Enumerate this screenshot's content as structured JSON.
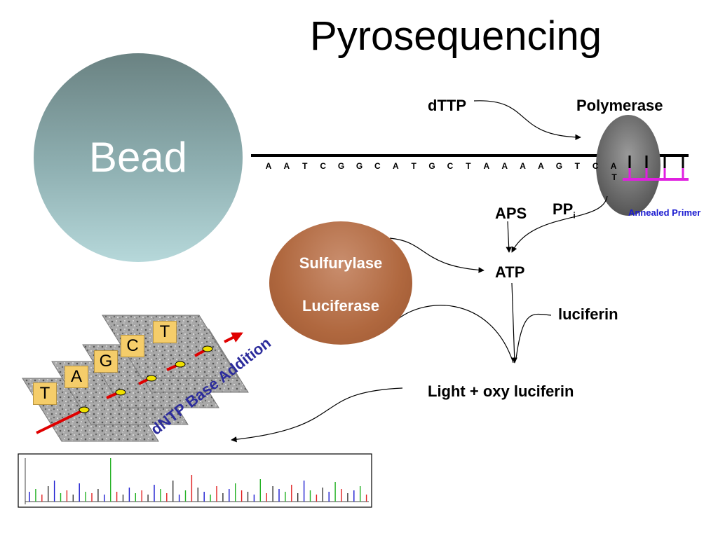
{
  "title": "Pyrosequencing",
  "bead_label": "Bead",
  "labels": {
    "dttp": "dTTP",
    "polymerase": "Polymerase",
    "aps": "APS",
    "ppi_main": "PP",
    "ppi_sub": "i",
    "atp": "ATP",
    "luciferin": "luciferin",
    "light": "Light + oxy luciferin",
    "annealed_primer": "Annealed Primer",
    "sulfurylase": "Sulfurylase",
    "luciferase": "Luciferase",
    "dntp_addition": "dNTP Base Addition"
  },
  "template_sequence": [
    "A",
    "A",
    "T",
    "C",
    "G",
    "G",
    "C",
    "A",
    "T",
    "G",
    "C",
    "T",
    "A",
    "A",
    "A",
    "A",
    "G",
    "T",
    "C",
    "A"
  ],
  "added_base": "T",
  "flow_letters": [
    "T",
    "A",
    "G",
    "C",
    "T"
  ],
  "colors": {
    "primer": "#e020e0",
    "annealed_primer_text": "#1a1ad0",
    "dntp_text": "#2c2c9c",
    "red_strand": "#e00000"
  }
}
